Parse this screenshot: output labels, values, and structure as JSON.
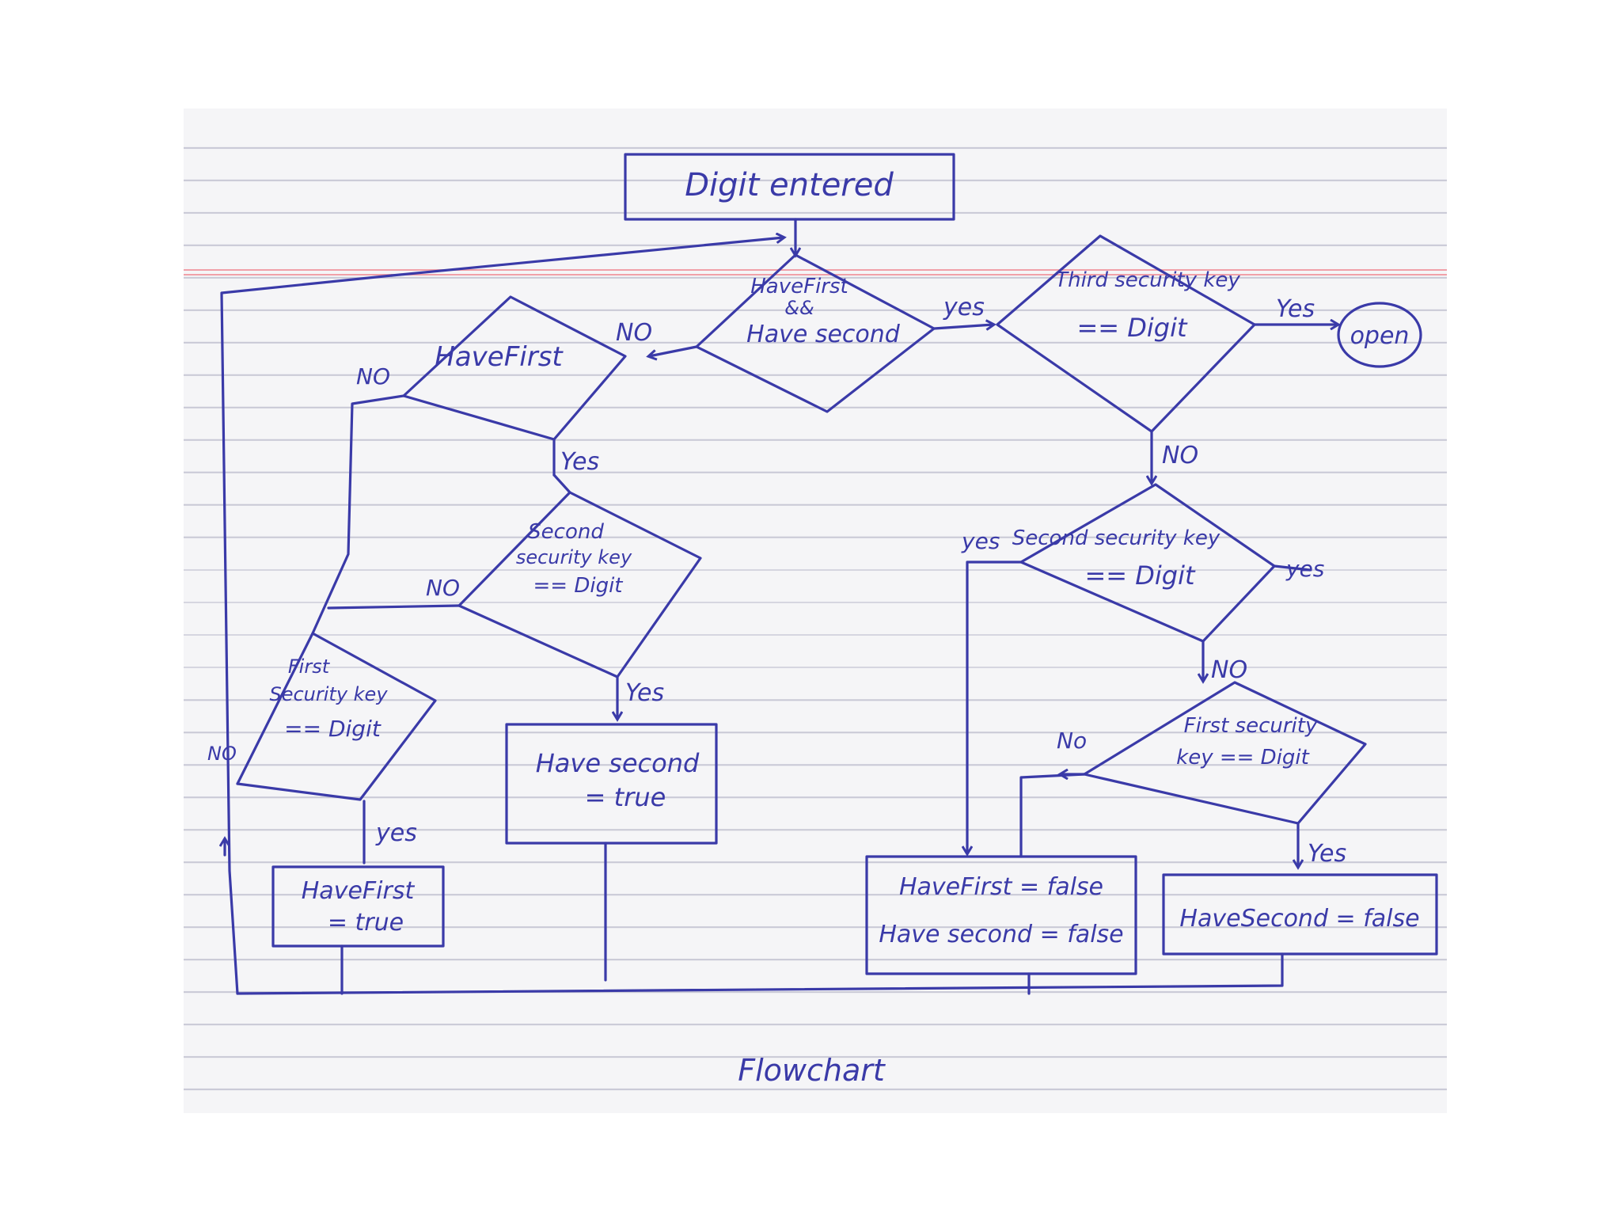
{
  "diagram": {
    "nodes": {
      "start": "Digit entered",
      "have_first_and_second": [
        "HaveFirst",
        "&&",
        "Have second"
      ],
      "have_first": "HaveFirst",
      "third_key_check": [
        "Third security key",
        "== Digit"
      ],
      "open": "open",
      "second_key_check_left": [
        "Second",
        "security key",
        "== Digit"
      ],
      "second_key_check_right": [
        "Second security key",
        "== Digit"
      ],
      "first_key_check_left": [
        "First",
        "Security key",
        "== Digit"
      ],
      "first_key_check_right": [
        "First security",
        "key == Digit"
      ],
      "set_have_second_true": [
        "Have second",
        "= true"
      ],
      "set_have_first_true": [
        "HaveFirst",
        "= true"
      ],
      "reset_both": [
        "HaveFirst = false",
        "Have second = false"
      ],
      "set_have_second_false": "HaveSecond = false"
    },
    "edge_labels": {
      "yes": "Yes",
      "no": "NO",
      "yes_lower": "yes",
      "no_mixed": "No"
    },
    "caption": "Flowchart"
  },
  "colors": {
    "ink": "#3a3aa8",
    "paper": "#f5f5f7",
    "rule": "#c9c9d6",
    "margin": "#f0a0a8"
  }
}
